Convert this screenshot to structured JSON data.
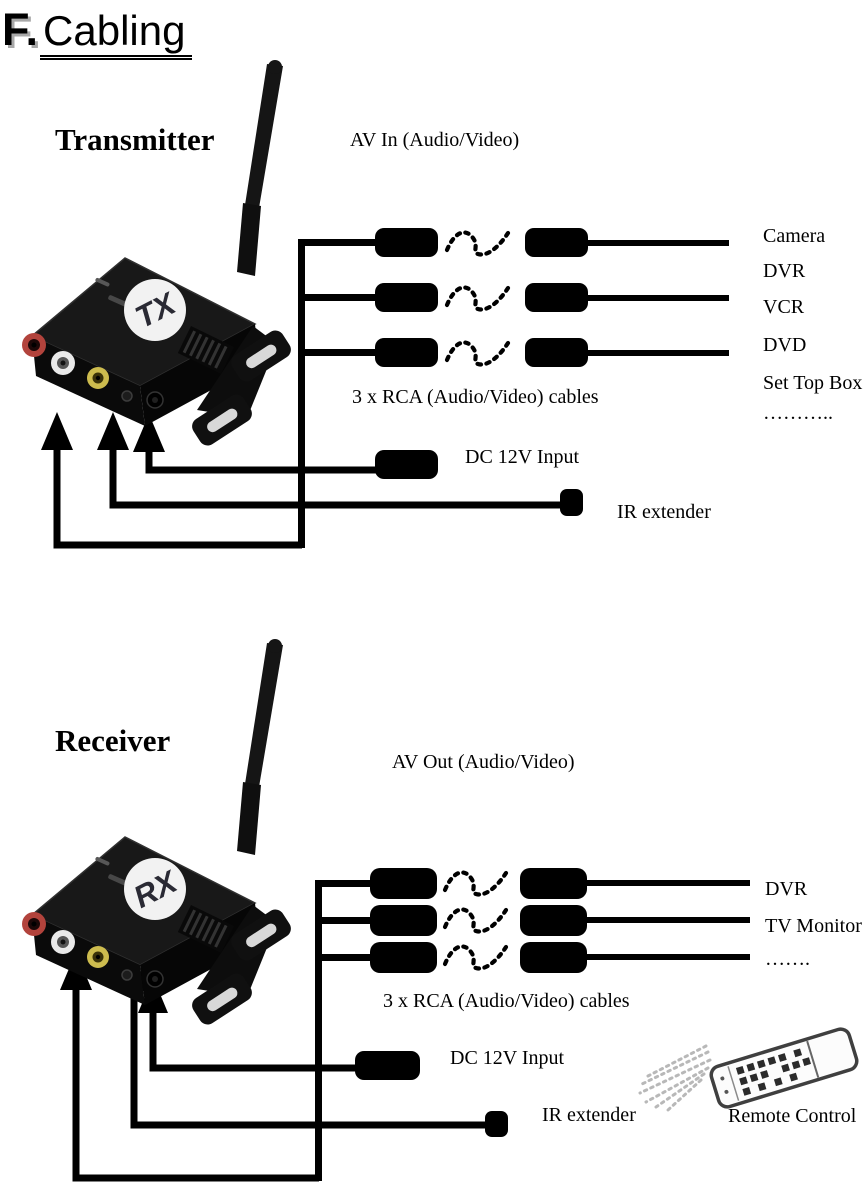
{
  "page": {
    "title_prefix": "F.",
    "title": "Cabling"
  },
  "colors": {
    "line": "#000000",
    "rca_red": "#b2433c",
    "rca_white": "#e9e9e9",
    "rca_yellow": "#cdbc4e",
    "device_body": "#181818",
    "logo_bg": "#f2f2f2",
    "logo_text": "#2a2a34"
  },
  "transmitter": {
    "heading": "Transmitter",
    "device_logo": "TX",
    "av_label": "AV In (Audio/Video)",
    "cable_label": "3 x RCA (Audio/Video) cables",
    "dc_label": "DC 12V Input",
    "ir_label": "IR extender",
    "sources": [
      "Camera",
      "DVR",
      "VCR",
      "DVD",
      "Set Top Box",
      "……….."
    ]
  },
  "receiver": {
    "heading": "Receiver",
    "device_logo": "RX",
    "av_label": "AV Out (Audio/Video)",
    "cable_label": "3 x RCA (Audio/Video) cables",
    "dc_label": "DC 12V Input",
    "ir_label": "IR extender",
    "remote_label": "Remote Control",
    "outputs": [
      "DVR",
      "TV Monitor",
      "……."
    ]
  }
}
